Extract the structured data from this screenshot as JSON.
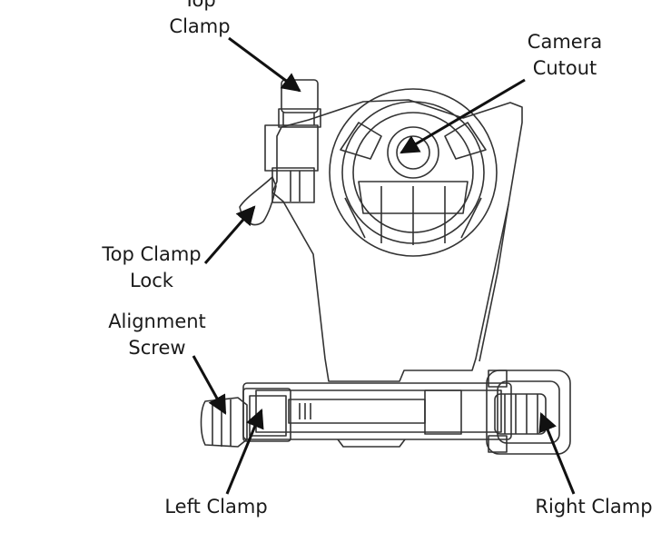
{
  "labels": {
    "top_clamp_line1": "Top",
    "top_clamp_line2": "Clamp",
    "camera_cutout_line1": "Camera",
    "camera_cutout_line2": "Cutout",
    "top_clamp_lock_line1": "Top Clamp",
    "top_clamp_lock_line2": "Lock",
    "alignment_screw_line1": "Alignment",
    "alignment_screw_line2": "Screw",
    "left_clamp": "Left Clamp",
    "right_clamp": "Right Clamp"
  },
  "colors": {
    "line": "#333333",
    "text": "#1a1a1a",
    "background": "#ffffff"
  }
}
